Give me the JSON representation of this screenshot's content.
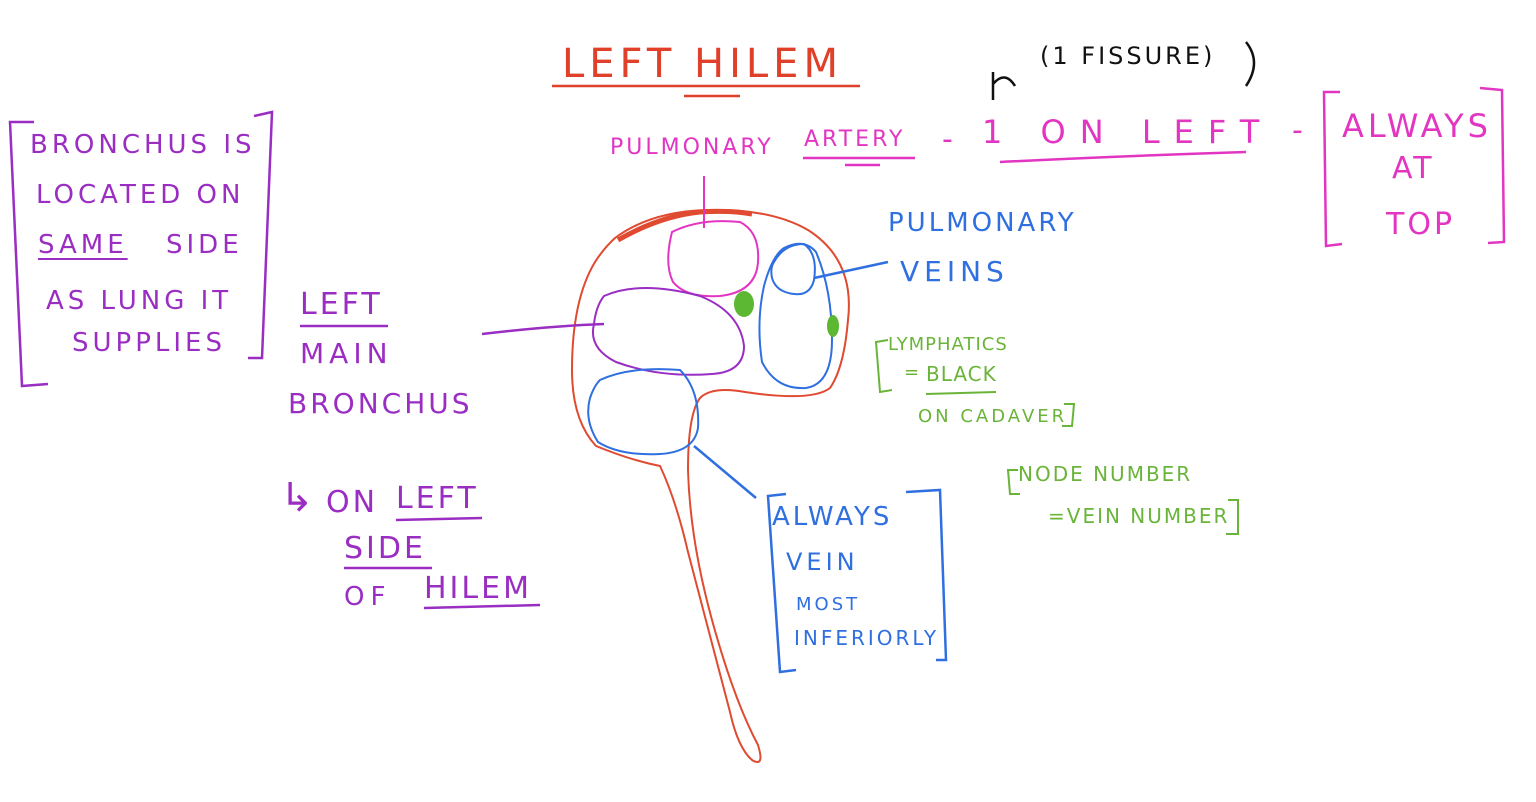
{
  "title": "LEFT HILEM",
  "fissure_note": "(1 FISSURE)",
  "artery": {
    "label_part1": "PULMONARY",
    "label_part2": "ARTERY",
    "dash": "-",
    "count_text": "1 ON LEFT",
    "dash2": "-",
    "position_line1": "ALWAYS",
    "position_line2": "AT",
    "position_line3": "TOP"
  },
  "bronchus_note": {
    "line1": "BRONCHUS IS",
    "line2": "LOCATED ON",
    "line3_a": "SAME",
    "line3_b": "SIDE",
    "line4": "AS LUNG IT",
    "line5": "SUPPLIES"
  },
  "left_main_bronchus": {
    "line1": "LEFT",
    "line2": "MAIN",
    "line3": "BRONCHUS"
  },
  "side_note": {
    "arrow": "↳",
    "line1_a": "ON",
    "line1_b": "LEFT",
    "line2": "SIDE",
    "line3_a": "OF",
    "line3_b": "HILEM"
  },
  "veins": {
    "line1": "PULMONARY",
    "line2": "VEINS",
    "note_line1": "ALWAYS",
    "note_line2": "VEIN",
    "note_line3": "MOST",
    "note_line4": "INFERIORLY"
  },
  "lymphatics": {
    "line1": "LYMPHATICS",
    "line2_a": "=",
    "line2_b": "BLACK",
    "line3": "ON CADAVER"
  },
  "node_note": {
    "line1": "NODE NUMBER",
    "line2": "=VEIN NUMBER"
  },
  "colors": {
    "title_red": "#e0402a",
    "outline_red": "#e04a30",
    "artery_pink": "#e236c2",
    "bronchus_purple": "#9a2dc2",
    "vein_blue": "#2f6fe0",
    "lymph_green": "#6ab43a",
    "node_green": "#5cb832",
    "black": "#111111"
  }
}
